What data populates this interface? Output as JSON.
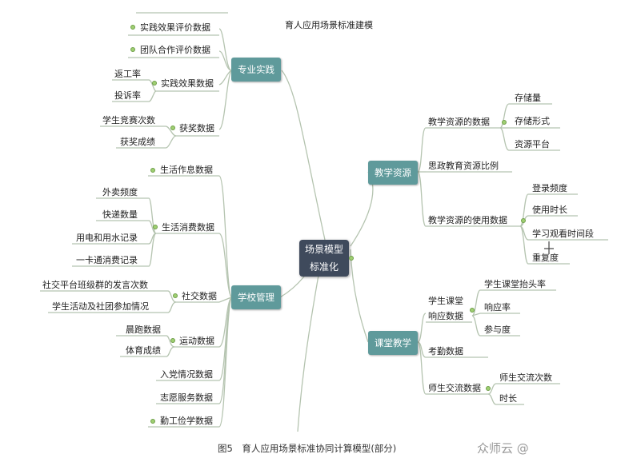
{
  "title": "育人应用场景标准建模",
  "center": {
    "line1": "场景模型",
    "line2": "标准化"
  },
  "branches": {
    "zhuanye": {
      "label": "专业实践",
      "n1": "实践效果评价数据",
      "n2": "团队合作评价数据",
      "n3": "实践效果数据",
      "n3a": "返工率",
      "n3b": "投诉率",
      "n4": "获奖数据",
      "n4a": "学生竞赛次数",
      "n4b": "获奖成绩"
    },
    "xuexiao": {
      "label": "学校管理",
      "n1": "生活作息数据",
      "n2": "生活消费数据",
      "n2a": "外卖频度",
      "n2b": "快递数量",
      "n2c": "用电和用水记录",
      "n2d": "一卡通消费记录",
      "n3": "社交数据",
      "n3a": "社交平台班级群的发言次数",
      "n3b": "学生活动及社团参加情况",
      "n4": "运动数据",
      "n4a": "晨跑数据",
      "n4b": "体育成绩",
      "n5": "入党情况数据",
      "n6": "志愿服务数据",
      "n7": "勤工俭学数据"
    },
    "jiaoxue": {
      "label": "教学资源",
      "n1": "教学资源的数据",
      "n1a": "存储量",
      "n1b": "存储形式",
      "n1c": "资源平台",
      "n2": "思政教育资源比例",
      "n3": "教学资源的使用数据",
      "n3a": "登录频度",
      "n3b": "使用时长",
      "n3c": "学习观看时间段",
      "n3d": "重复度"
    },
    "ketang": {
      "label": "课堂教学",
      "n1a": "学生课堂",
      "n1b": "响应数据",
      "n1x": "学生课堂抬头率",
      "n1y": "响应率",
      "n1z": "参与度",
      "n2": "考勤数据",
      "n3": "师生交流数据",
      "n3a": "师生交流次数",
      "n3b": "时长"
    }
  },
  "caption": "图5　育人应用场景标准协同计算模型(部分)",
  "watermark": "众师云 @",
  "colors": {
    "box": "#5f9a9b",
    "center": "#3f4a5c",
    "line": "#b9c8b3",
    "dot": "#9fcf72"
  }
}
